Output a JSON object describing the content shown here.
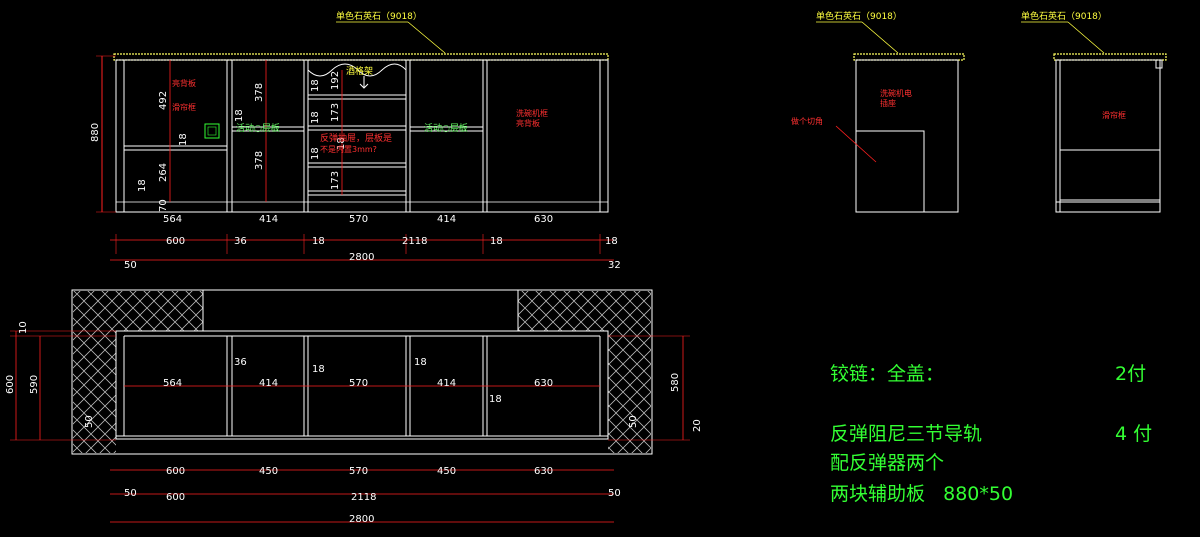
{
  "colors": {
    "background": "#000000",
    "cabinet_line": "#ffffff",
    "dimension_line": "#ff2020",
    "leader_line": "#ffff40",
    "countertop": "#ffff60",
    "note_text": "#33ff33",
    "annotation_text": "#ff3030",
    "hatch": "#bbbbbb"
  },
  "front_view": {
    "countertop_label": "单色石英石（9018）",
    "height_total": "880",
    "bay_widths": [
      "564",
      "414",
      "570",
      "414",
      "630"
    ],
    "bay1": {
      "label": "亮背板",
      "sub": "滑帘框",
      "upper": "492",
      "shelf": "18",
      "lower": "264",
      "bottom": "18",
      "plinth": "70"
    },
    "bay2": {
      "upper": "378",
      "lower": "378",
      "shelf_thk": "18",
      "shelf_label": "活动○层板"
    },
    "bay3": {
      "wine_rack": "酒格架",
      "top": "192",
      "mid": "173",
      "low": "173",
      "t1": "18",
      "t2": "18",
      "t3": "18",
      "t4": "18",
      "note1": "反弹抽屉，层板是",
      "note2": "不是内置3mm?"
    },
    "bay4": {
      "shelf_label": "活动○层板"
    },
    "bay5": {
      "label1": "洗碗机框",
      "label2": "亮背板"
    },
    "dim_row1": [
      "600",
      "36",
      "18",
      "2118",
      "18",
      "18"
    ],
    "dim_row2": [
      "50",
      "2800",
      "32"
    ]
  },
  "side_view_left": {
    "countertop_label": "单色石英石（9018）",
    "label1": "洗碗机电",
    "label2": "插座",
    "cut_label": "做个切角"
  },
  "side_view_right": {
    "countertop_label": "单色石英石（9018）",
    "label": "滑帘框"
  },
  "plan_view": {
    "dims_left": [
      "10",
      "600",
      "590"
    ],
    "dims_right": [
      "580",
      "20"
    ],
    "inner_dims": [
      "564",
      "36",
      "414",
      "18",
      "570",
      "18",
      "414",
      "18",
      "630"
    ],
    "end_dims": [
      "50",
      "50"
    ],
    "row1": [
      "600",
      "450",
      "570",
      "450",
      "630"
    ],
    "row2": [
      "50",
      "600",
      "2118",
      "50"
    ],
    "total": "2800"
  },
  "notes": [
    {
      "text": "铰链：全盖：",
      "qty": "2付"
    },
    {
      "text": "反弹阻尼三节导轨",
      "qty": "4 付"
    },
    {
      "text": "配反弹器两个",
      "qty": ""
    },
    {
      "text": "两块辅助板   880*50",
      "qty": ""
    }
  ]
}
